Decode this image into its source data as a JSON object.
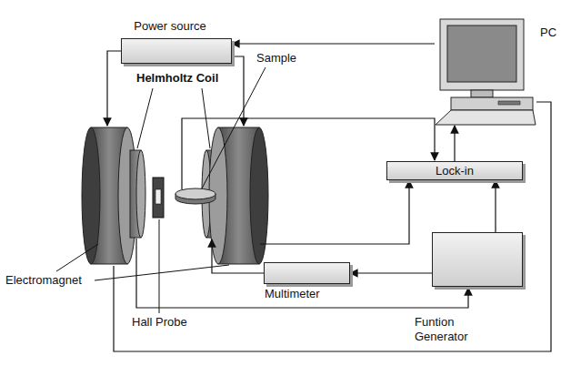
{
  "diagram": {
    "nodes": [
      {
        "text": [
          "Power source"
        ]
      },
      {
        "text": [
          "PC"
        ]
      },
      {
        "text": [
          "Lock-in"
        ]
      },
      {
        "text": [
          "Multimeter"
        ]
      },
      {
        "text": [
          "Funtion Generator"
        ]
      }
    ],
    "edges": [
      {
        "from": 1,
        "to": 0,
        "arrow": "to"
      },
      {
        "from": 2,
        "to": 1,
        "arrow": "to"
      },
      {
        "from": 4,
        "to": 2,
        "arrow": "to"
      },
      {
        "from": 4,
        "to": 3,
        "arrow": "to"
      }
    ],
    "labels": [
      "Helmholtz Coil",
      "Sample",
      "Electromagnet",
      "Hall Probe"
    ]
  }
}
